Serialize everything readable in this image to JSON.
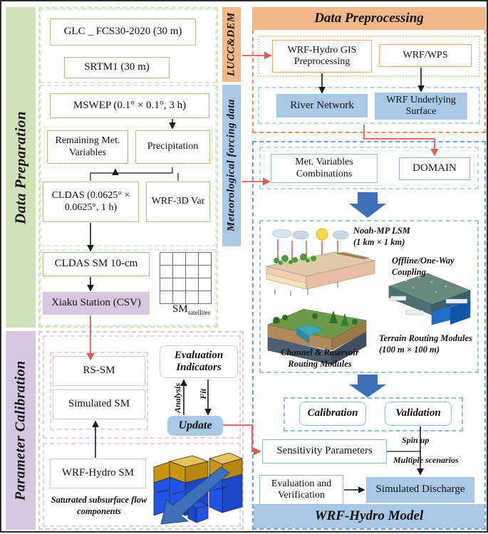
{
  "bands": {
    "data_preparation": "Data Preparation",
    "parameter_calibration": "Parameter Calibration",
    "lucc_dem": "LUCC&DEM",
    "meteorological_forcing": "Meteorological  forcing  data"
  },
  "colors": {
    "green_band": "#cfe3b9",
    "purple_band": "#d8c6de",
    "orange_band": "#f3b789",
    "blue_band": "#a8c8e6",
    "red_connector": "#e05a52",
    "blue_arrow": "#3f6fb5"
  },
  "data_preparation": {
    "lucc": [
      {
        "label": "GLC _ FCS30-2020 (30 m)"
      },
      {
        "label": "SRTM1 (30 m)"
      }
    ],
    "met": {
      "mswep": "MSWEP (0.1° × 0.1°, 3 h)",
      "remaining": "Remaining Met. Variables",
      "precipitation": "Precipitation",
      "cldas": "CLDAS (0.0625° × 0.0625°, 1 h)",
      "wrf3dvar": "WRF-3D Var"
    },
    "sm": {
      "cldas_sm": "CLDAS SM 10-cm",
      "xiaku": "Xiaku Station (CSV)",
      "grid_label": "SM",
      "grid_sub": "satellites",
      "grid_rows": 4,
      "grid_cols": 4
    }
  },
  "parameter_calibration": {
    "rs_sm": "RS-SM",
    "simulated_sm": "Simulated SM",
    "evaluation_indicators": "Evaluation Indicators",
    "update": "Update",
    "arrow_analysis": "Analysis",
    "arrow_fit": "Fit",
    "wrf_hydro_sm": "WRF-Hydro SM",
    "saturated_caption": "Saturated subsurface flow components"
  },
  "data_preprocessing": {
    "title": "Data Preprocessing",
    "gis": "WRF-Hydro GIS Preprocessing",
    "wps": "WRF/WPS",
    "river_network": "River Network",
    "underlying_surface": "WRF Underlying Surface"
  },
  "wrf_hydro_model": {
    "title": "WRF-Hydro  Model",
    "met_comb": "Met. Variables Combinations",
    "domain": "DOMAIN",
    "noah_mp": "Noah-MP LSM",
    "noah_mp_res": "(1 km × 1 km)",
    "coupling": "Offline/One-Way Coupling",
    "terrain": "Terrain Routing Modules",
    "terrain_res": "(100 m × 100 m)",
    "channel": "Channel & Reservoir Routing Modules",
    "calibration": "Calibration",
    "validation": "Validation",
    "sensitivity": "Sensitivity Parameters",
    "spin_up": "Spin  up",
    "multiple_scenarios": "Multiple  scenarios",
    "evaluation_verification": "Evaluation and Verification",
    "simulated_discharge": "Simulated Discharge"
  }
}
